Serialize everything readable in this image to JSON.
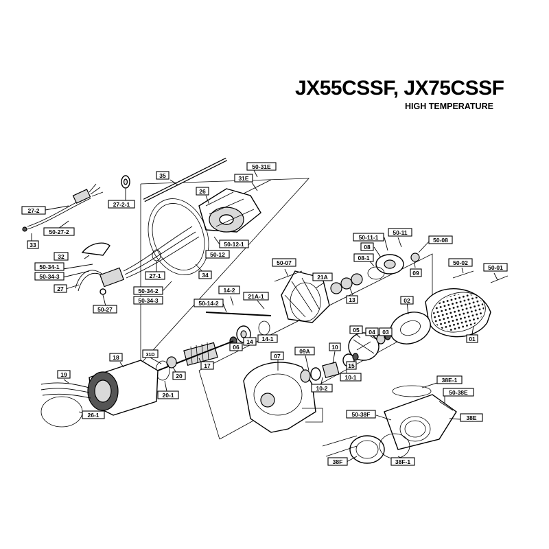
{
  "title": {
    "main": "JX55CSSF, JX75CSSF",
    "sub": "HIGH TEMPERATURE"
  },
  "labels": [
    {
      "id": "l-27-2",
      "text": "27-2"
    },
    {
      "id": "l-33",
      "text": "33"
    },
    {
      "id": "l-50-27-2",
      "text": "50-27-2"
    },
    {
      "id": "l-27-2-1",
      "text": "27-2-1"
    },
    {
      "id": "l-35",
      "text": "35"
    },
    {
      "id": "l-50-31E",
      "text": "50-31E"
    },
    {
      "id": "l-31E",
      "text": "31E"
    },
    {
      "id": "l-26",
      "text": "26"
    },
    {
      "id": "l-32",
      "text": "32"
    },
    {
      "id": "l-50-34-1",
      "text": "50-34-1"
    },
    {
      "id": "l-50-34-3",
      "text": "50-34-3"
    },
    {
      "id": "l-27",
      "text": "27"
    },
    {
      "id": "l-50-27",
      "text": "50-27"
    },
    {
      "id": "l-27-1",
      "text": "27-1"
    },
    {
      "id": "l-34",
      "text": "34"
    },
    {
      "id": "l-50-12-1",
      "text": "50-12-1"
    },
    {
      "id": "l-50-12",
      "text": "50-12"
    },
    {
      "id": "l-50-34-2",
      "text": "50-34-2"
    },
    {
      "id": "l-50-34-3b",
      "text": "50-34-3"
    },
    {
      "id": "l-50-11",
      "text": "50-11"
    },
    {
      "id": "l-50-11-1",
      "text": "50-11-1"
    },
    {
      "id": "l-08",
      "text": "08"
    },
    {
      "id": "l-50-08",
      "text": "50-08"
    },
    {
      "id": "l-08-1",
      "text": "08-1"
    },
    {
      "id": "l-09",
      "text": "09"
    },
    {
      "id": "l-50-07",
      "text": "50-07"
    },
    {
      "id": "l-21A",
      "text": "21A"
    },
    {
      "id": "l-13",
      "text": "13"
    },
    {
      "id": "l-50-02",
      "text": "50-02"
    },
    {
      "id": "l-50-01",
      "text": "50-01"
    },
    {
      "id": "l-14-2",
      "text": "14-2"
    },
    {
      "id": "l-21A-1",
      "text": "21A-1"
    },
    {
      "id": "l-50-14-2",
      "text": "50-14-2"
    },
    {
      "id": "l-02",
      "text": "02"
    },
    {
      "id": "l-01",
      "text": "01"
    },
    {
      "id": "l-14",
      "text": "14"
    },
    {
      "id": "l-14-1",
      "text": "14-1"
    },
    {
      "id": "l-06",
      "text": "06"
    },
    {
      "id": "l-05",
      "text": "05"
    },
    {
      "id": "l-04",
      "text": "04"
    },
    {
      "id": "l-03",
      "text": "03"
    },
    {
      "id": "l-31D",
      "text": "31D"
    },
    {
      "id": "l-18",
      "text": "18"
    },
    {
      "id": "l-20",
      "text": "20"
    },
    {
      "id": "l-17",
      "text": "17"
    },
    {
      "id": "l-07",
      "text": "07"
    },
    {
      "id": "l-09A",
      "text": "09A"
    },
    {
      "id": "l-10",
      "text": "10"
    },
    {
      "id": "l-19",
      "text": "19"
    },
    {
      "id": "l-20-1",
      "text": "20-1"
    },
    {
      "id": "l-10-2",
      "text": "10-2"
    },
    {
      "id": "l-15",
      "text": "15"
    },
    {
      "id": "l-10-1",
      "text": "10-1"
    },
    {
      "id": "l-38E-1",
      "text": "38E-1"
    },
    {
      "id": "l-50-38E",
      "text": "50-38E"
    },
    {
      "id": "l-26-1",
      "text": "26-1"
    },
    {
      "id": "l-50-38F",
      "text": "50-38F"
    },
    {
      "id": "l-38E",
      "text": "38E"
    },
    {
      "id": "l-38F",
      "text": "38F"
    },
    {
      "id": "l-38F-1",
      "text": "38F-1"
    }
  ]
}
